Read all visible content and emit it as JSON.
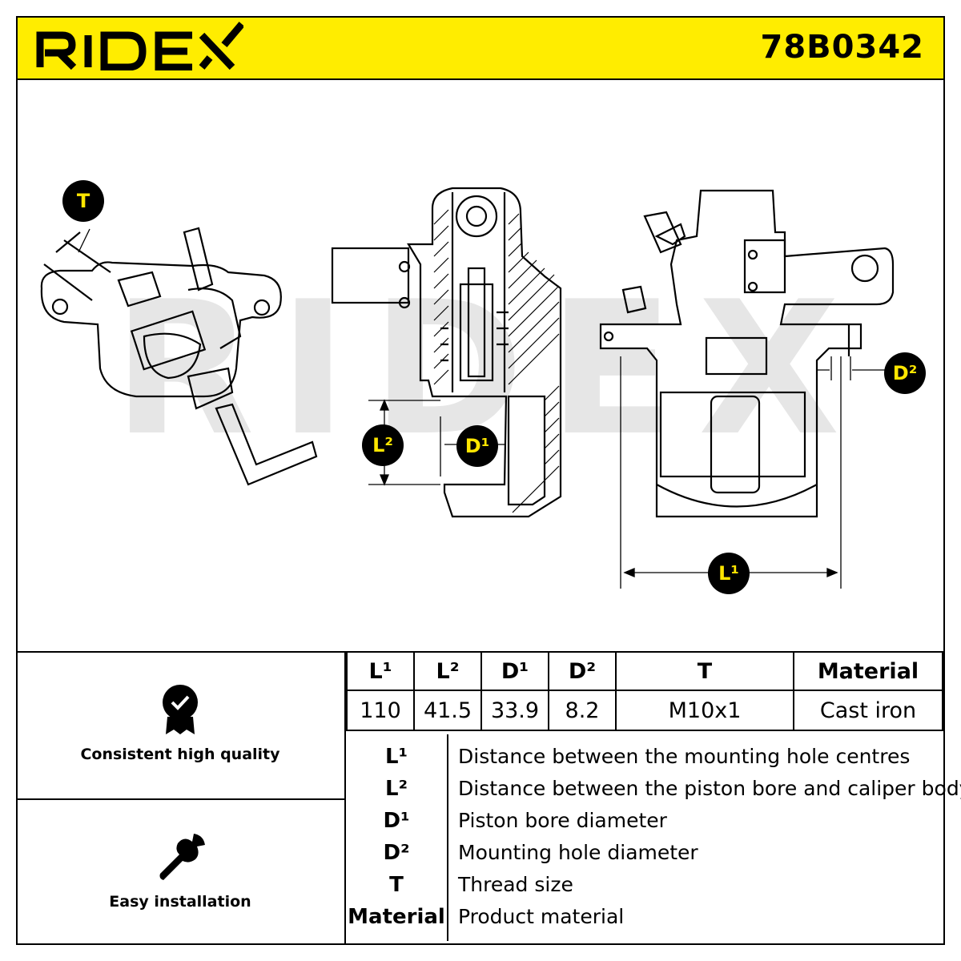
{
  "header": {
    "brand": "RIDEX",
    "part_number": "78B0342",
    "background_color": "#FFED00"
  },
  "drawing": {
    "watermark": "RIDEX",
    "markers": {
      "t": "T",
      "d1": "D¹",
      "d2": "D²",
      "l1": "L¹",
      "l2": "L²"
    }
  },
  "features": [
    {
      "label": "Consistent high quality",
      "icon": "quality-badge-icon"
    },
    {
      "label": "Easy installation",
      "icon": "wrench-icon"
    }
  ],
  "spec_table": {
    "headers": [
      "L¹",
      "L²",
      "D¹",
      "D²",
      "T",
      "Material"
    ],
    "values": [
      "110",
      "41.5",
      "33.9",
      "8.2",
      "M10x1",
      "Cast iron"
    ]
  },
  "legend": [
    {
      "key": "L¹",
      "text": "Distance between the mounting hole centres"
    },
    {
      "key": "L²",
      "text": "Distance between the piston bore and caliper body"
    },
    {
      "key": "D¹",
      "text": "Piston bore diameter"
    },
    {
      "key": "D²",
      "text": "Mounting hole diameter"
    },
    {
      "key": "T",
      "text": "Thread size"
    },
    {
      "key": "Material",
      "text": "Product material"
    }
  ]
}
